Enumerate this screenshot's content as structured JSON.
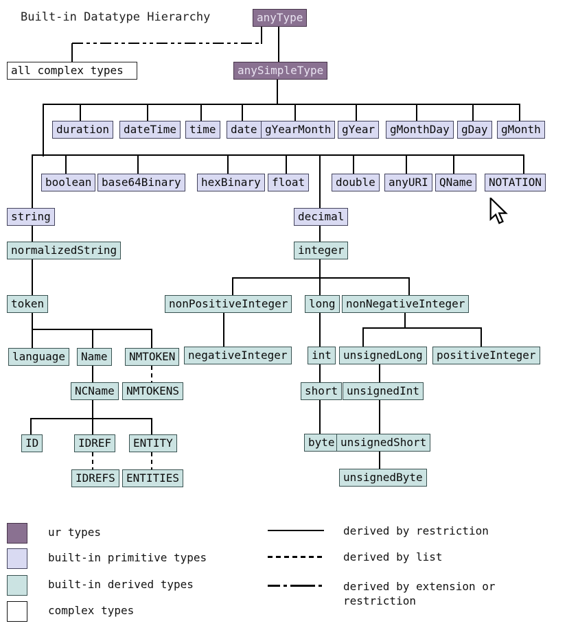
{
  "title": "Built-in Datatype Hierarchy",
  "diagram": {
    "nodes": [
      {
        "id": "anyType",
        "label": "anyType",
        "kind": "ur"
      },
      {
        "id": "anySimpleType",
        "label": "anySimpleType",
        "kind": "ur"
      },
      {
        "id": "allComplexTypes",
        "label": "all complex types",
        "kind": "complex"
      },
      {
        "id": "duration",
        "label": "duration",
        "kind": "primitive"
      },
      {
        "id": "dateTime",
        "label": "dateTime",
        "kind": "primitive"
      },
      {
        "id": "time",
        "label": "time",
        "kind": "primitive"
      },
      {
        "id": "date",
        "label": "date",
        "kind": "primitive"
      },
      {
        "id": "gYearMonth",
        "label": "gYearMonth",
        "kind": "primitive"
      },
      {
        "id": "gYear",
        "label": "gYear",
        "kind": "primitive"
      },
      {
        "id": "gMonthDay",
        "label": "gMonthDay",
        "kind": "primitive"
      },
      {
        "id": "gDay",
        "label": "gDay",
        "kind": "primitive"
      },
      {
        "id": "gMonth",
        "label": "gMonth",
        "kind": "primitive"
      },
      {
        "id": "boolean",
        "label": "boolean",
        "kind": "primitive"
      },
      {
        "id": "base64Binary",
        "label": "base64Binary",
        "kind": "primitive"
      },
      {
        "id": "hexBinary",
        "label": "hexBinary",
        "kind": "primitive"
      },
      {
        "id": "float",
        "label": "float",
        "kind": "primitive"
      },
      {
        "id": "double",
        "label": "double",
        "kind": "primitive"
      },
      {
        "id": "anyURI",
        "label": "anyURI",
        "kind": "primitive"
      },
      {
        "id": "QName",
        "label": "QName",
        "kind": "primitive"
      },
      {
        "id": "NOTATION",
        "label": "NOTATION",
        "kind": "primitive"
      },
      {
        "id": "string",
        "label": "string",
        "kind": "primitive"
      },
      {
        "id": "decimal",
        "label": "decimal",
        "kind": "primitive"
      },
      {
        "id": "normalizedString",
        "label": "normalizedString",
        "kind": "derived"
      },
      {
        "id": "integer",
        "label": "integer",
        "kind": "derived"
      },
      {
        "id": "token",
        "label": "token",
        "kind": "derived"
      },
      {
        "id": "nonPositiveInteger",
        "label": "nonPositiveInteger",
        "kind": "derived"
      },
      {
        "id": "long",
        "label": "long",
        "kind": "derived"
      },
      {
        "id": "nonNegativeInteger",
        "label": "nonNegativeInteger",
        "kind": "derived"
      },
      {
        "id": "language",
        "label": "language",
        "kind": "derived"
      },
      {
        "id": "Name",
        "label": "Name",
        "kind": "derived"
      },
      {
        "id": "NMTOKEN",
        "label": "NMTOKEN",
        "kind": "derived"
      },
      {
        "id": "negativeInteger",
        "label": "negativeInteger",
        "kind": "derived"
      },
      {
        "id": "int",
        "label": "int",
        "kind": "derived"
      },
      {
        "id": "unsignedLong",
        "label": "unsignedLong",
        "kind": "derived"
      },
      {
        "id": "positiveInteger",
        "label": "positiveInteger",
        "kind": "derived"
      },
      {
        "id": "NCName",
        "label": "NCName",
        "kind": "derived"
      },
      {
        "id": "NMTOKENS",
        "label": "NMTOKENS",
        "kind": "derived"
      },
      {
        "id": "short",
        "label": "short",
        "kind": "derived"
      },
      {
        "id": "unsignedInt",
        "label": "unsignedInt",
        "kind": "derived"
      },
      {
        "id": "ID",
        "label": "ID",
        "kind": "derived"
      },
      {
        "id": "IDREF",
        "label": "IDREF",
        "kind": "derived"
      },
      {
        "id": "ENTITY",
        "label": "ENTITY",
        "kind": "derived"
      },
      {
        "id": "byte",
        "label": "byte",
        "kind": "derived"
      },
      {
        "id": "unsignedShort",
        "label": "unsignedShort",
        "kind": "derived"
      },
      {
        "id": "IDREFS",
        "label": "IDREFS",
        "kind": "derived"
      },
      {
        "id": "ENTITIES",
        "label": "ENTITIES",
        "kind": "derived"
      },
      {
        "id": "unsignedByte",
        "label": "unsignedByte",
        "kind": "derived"
      }
    ],
    "edges": [
      {
        "from": "anyType",
        "to": "anySimpleType",
        "derivation": "restriction"
      },
      {
        "from": "anyType",
        "to": "allComplexTypes",
        "derivation": "extension-or-restriction"
      },
      {
        "from": "anySimpleType",
        "to": "duration",
        "derivation": "restriction"
      },
      {
        "from": "anySimpleType",
        "to": "dateTime",
        "derivation": "restriction"
      },
      {
        "from": "anySimpleType",
        "to": "time",
        "derivation": "restriction"
      },
      {
        "from": "anySimpleType",
        "to": "date",
        "derivation": "restriction"
      },
      {
        "from": "anySimpleType",
        "to": "gYearMonth",
        "derivation": "restriction"
      },
      {
        "from": "anySimpleType",
        "to": "gYear",
        "derivation": "restriction"
      },
      {
        "from": "anySimpleType",
        "to": "gMonthDay",
        "derivation": "restriction"
      },
      {
        "from": "anySimpleType",
        "to": "gDay",
        "derivation": "restriction"
      },
      {
        "from": "anySimpleType",
        "to": "gMonth",
        "derivation": "restriction"
      },
      {
        "from": "anySimpleType",
        "to": "boolean",
        "derivation": "restriction"
      },
      {
        "from": "anySimpleType",
        "to": "base64Binary",
        "derivation": "restriction"
      },
      {
        "from": "anySimpleType",
        "to": "hexBinary",
        "derivation": "restriction"
      },
      {
        "from": "anySimpleType",
        "to": "float",
        "derivation": "restriction"
      },
      {
        "from": "anySimpleType",
        "to": "double",
        "derivation": "restriction"
      },
      {
        "from": "anySimpleType",
        "to": "anyURI",
        "derivation": "restriction"
      },
      {
        "from": "anySimpleType",
        "to": "QName",
        "derivation": "restriction"
      },
      {
        "from": "anySimpleType",
        "to": "NOTATION",
        "derivation": "restriction"
      },
      {
        "from": "anySimpleType",
        "to": "string",
        "derivation": "restriction"
      },
      {
        "from": "anySimpleType",
        "to": "decimal",
        "derivation": "restriction"
      },
      {
        "from": "string",
        "to": "normalizedString",
        "derivation": "restriction"
      },
      {
        "from": "normalizedString",
        "to": "token",
        "derivation": "restriction"
      },
      {
        "from": "token",
        "to": "language",
        "derivation": "restriction"
      },
      {
        "from": "token",
        "to": "Name",
        "derivation": "restriction"
      },
      {
        "from": "token",
        "to": "NMTOKEN",
        "derivation": "restriction"
      },
      {
        "from": "Name",
        "to": "NCName",
        "derivation": "restriction"
      },
      {
        "from": "NMTOKEN",
        "to": "NMTOKENS",
        "derivation": "list"
      },
      {
        "from": "NCName",
        "to": "ID",
        "derivation": "restriction"
      },
      {
        "from": "NCName",
        "to": "IDREF",
        "derivation": "restriction"
      },
      {
        "from": "NCName",
        "to": "ENTITY",
        "derivation": "restriction"
      },
      {
        "from": "IDREF",
        "to": "IDREFS",
        "derivation": "list"
      },
      {
        "from": "ENTITY",
        "to": "ENTITIES",
        "derivation": "list"
      },
      {
        "from": "decimal",
        "to": "integer",
        "derivation": "restriction"
      },
      {
        "from": "integer",
        "to": "nonPositiveInteger",
        "derivation": "restriction"
      },
      {
        "from": "integer",
        "to": "long",
        "derivation": "restriction"
      },
      {
        "from": "integer",
        "to": "nonNegativeInteger",
        "derivation": "restriction"
      },
      {
        "from": "nonPositiveInteger",
        "to": "negativeInteger",
        "derivation": "restriction"
      },
      {
        "from": "long",
        "to": "int",
        "derivation": "restriction"
      },
      {
        "from": "nonNegativeInteger",
        "to": "unsignedLong",
        "derivation": "restriction"
      },
      {
        "from": "nonNegativeInteger",
        "to": "positiveInteger",
        "derivation": "restriction"
      },
      {
        "from": "int",
        "to": "short",
        "derivation": "restriction"
      },
      {
        "from": "unsignedLong",
        "to": "unsignedInt",
        "derivation": "restriction"
      },
      {
        "from": "short",
        "to": "byte",
        "derivation": "restriction"
      },
      {
        "from": "unsignedInt",
        "to": "unsignedShort",
        "derivation": "restriction"
      },
      {
        "from": "unsignedShort",
        "to": "unsignedByte",
        "derivation": "restriction"
      }
    ]
  },
  "legend": {
    "swatches": [
      {
        "label": "ur types",
        "color": "#8a7191"
      },
      {
        "label": "built-in primitive types",
        "color": "#d9daf2"
      },
      {
        "label": "built-in derived types",
        "color": "#cbe3e2"
      },
      {
        "label": "complex types",
        "color": "#ffffff"
      }
    ],
    "lines": [
      {
        "label": "derived by restriction",
        "style": "solid"
      },
      {
        "label": "derived by list",
        "style": "dashed"
      },
      {
        "label": "derived by extension or restriction",
        "style": "dash-dot"
      }
    ]
  },
  "cursor": {
    "icon": "arrow-cursor"
  }
}
